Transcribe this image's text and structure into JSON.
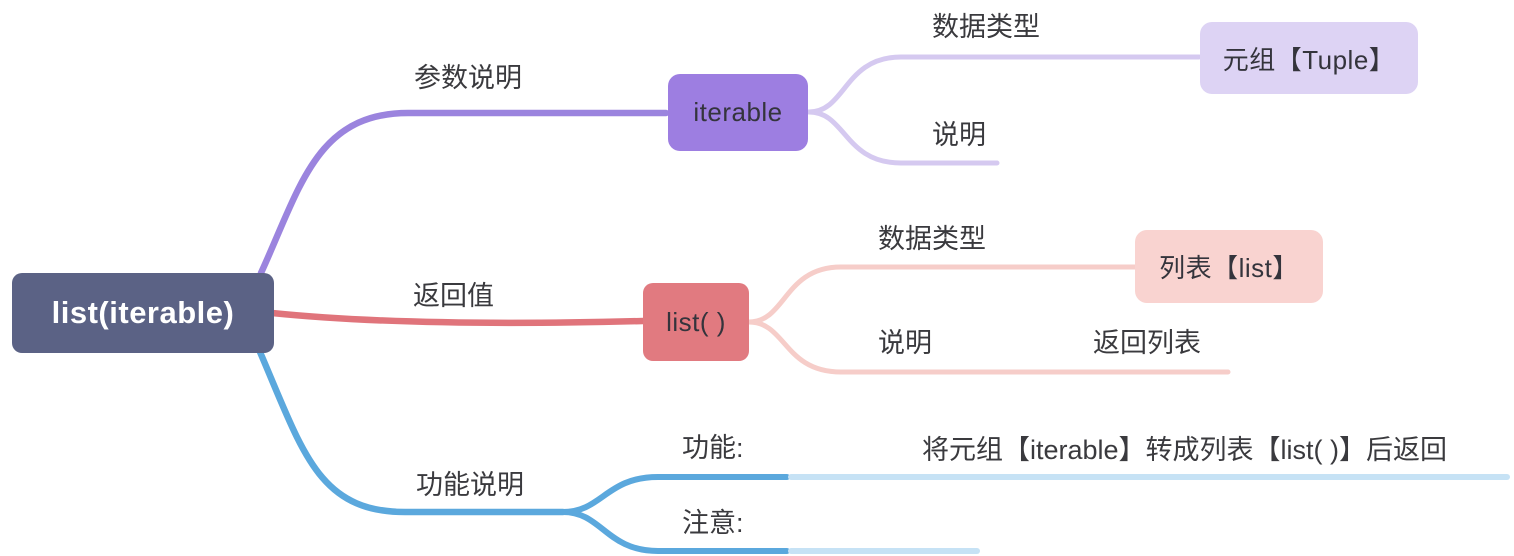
{
  "root": {
    "label": "list(iterable)"
  },
  "branches": [
    {
      "label": "参数说明",
      "topic": {
        "label": "iterable"
      },
      "children": [
        {
          "label": "数据类型",
          "topic": {
            "label": "元组【Tuple】"
          }
        },
        {
          "label": "说明",
          "value": ""
        }
      ]
    },
    {
      "label": "返回值",
      "topic": {
        "label": "list( )"
      },
      "children": [
        {
          "label": "数据类型",
          "topic": {
            "label": "列表【list】"
          }
        },
        {
          "label": "说明",
          "value": "返回列表"
        }
      ]
    },
    {
      "label": "功能说明",
      "children": [
        {
          "label": "功能:",
          "value": "将元组【iterable】转成列表【list( )】后返回"
        },
        {
          "label": "注意:",
          "value": ""
        }
      ]
    }
  ],
  "colors": {
    "canvas_bg": "#ffffff",
    "root_bg": "#5b6285",
    "root_text": "#ffffff",
    "label_text": "#3a3a3e",
    "branch1_line": "#9b84de",
    "branch1_node_bg": "#9d7ee1",
    "branch1_child_line": "#d5c9f0",
    "branch1_leaf_bg": "#ddd3f4",
    "branch2_line": "#e0747b",
    "branch2_node_bg": "#e17a80",
    "branch2_child_line": "#f6cdc9",
    "branch2_leaf_bg": "#f9d3d0",
    "branch3_line": "#5ba8dd",
    "branch3_child_line": "#c6e2f5"
  }
}
